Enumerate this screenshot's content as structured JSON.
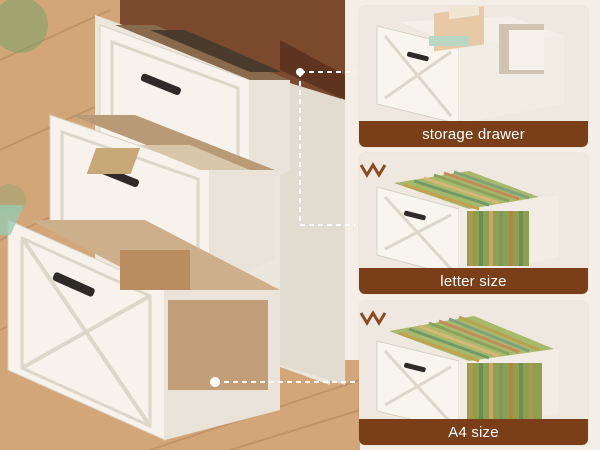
{
  "captions": {
    "storage": "storage drawer",
    "letter": "letter size",
    "a4": "A4 size"
  },
  "colors": {
    "caption_bg": "#7a3f19",
    "desktop_wood": "#7b4a2e",
    "floor_wood": "#c89a6c",
    "cabinet_white": "#f4efe6"
  },
  "icons": [
    "vibration-icon",
    "vibration-icon"
  ]
}
